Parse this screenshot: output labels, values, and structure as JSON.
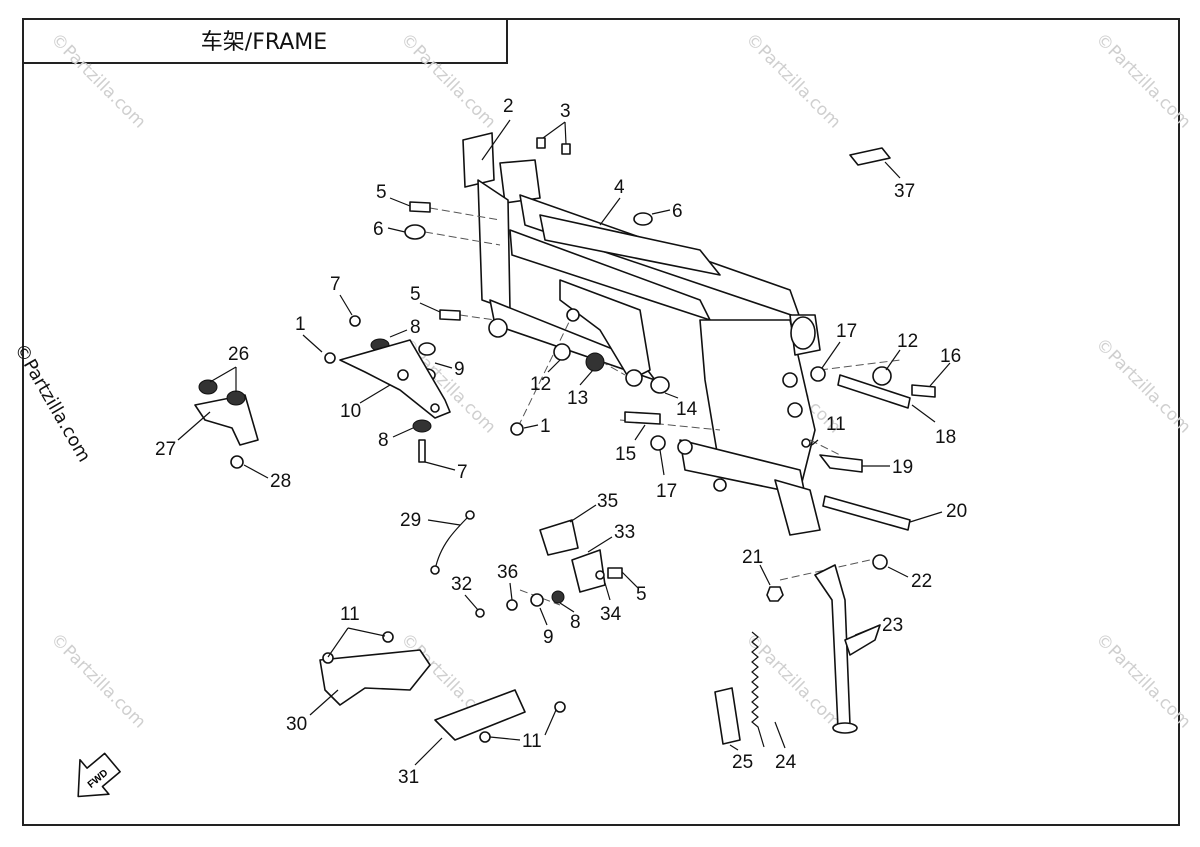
{
  "title": "车架/FRAME",
  "watermark": "©Partzilla.com",
  "side_watermark": "©Partzilla.com",
  "direction_marker": "FWD",
  "callouts": [
    "1",
    "1",
    "2",
    "3",
    "4",
    "5",
    "5",
    "5",
    "6",
    "6",
    "7",
    "7",
    "8",
    "8",
    "8",
    "9",
    "9",
    "10",
    "11",
    "11",
    "11",
    "12",
    "12",
    "13",
    "14",
    "15",
    "16",
    "17",
    "17",
    "18",
    "19",
    "20",
    "21",
    "22",
    "23",
    "24",
    "25",
    "26",
    "27",
    "28",
    "29",
    "30",
    "31",
    "32",
    "33",
    "34",
    "35",
    "36",
    "37"
  ]
}
